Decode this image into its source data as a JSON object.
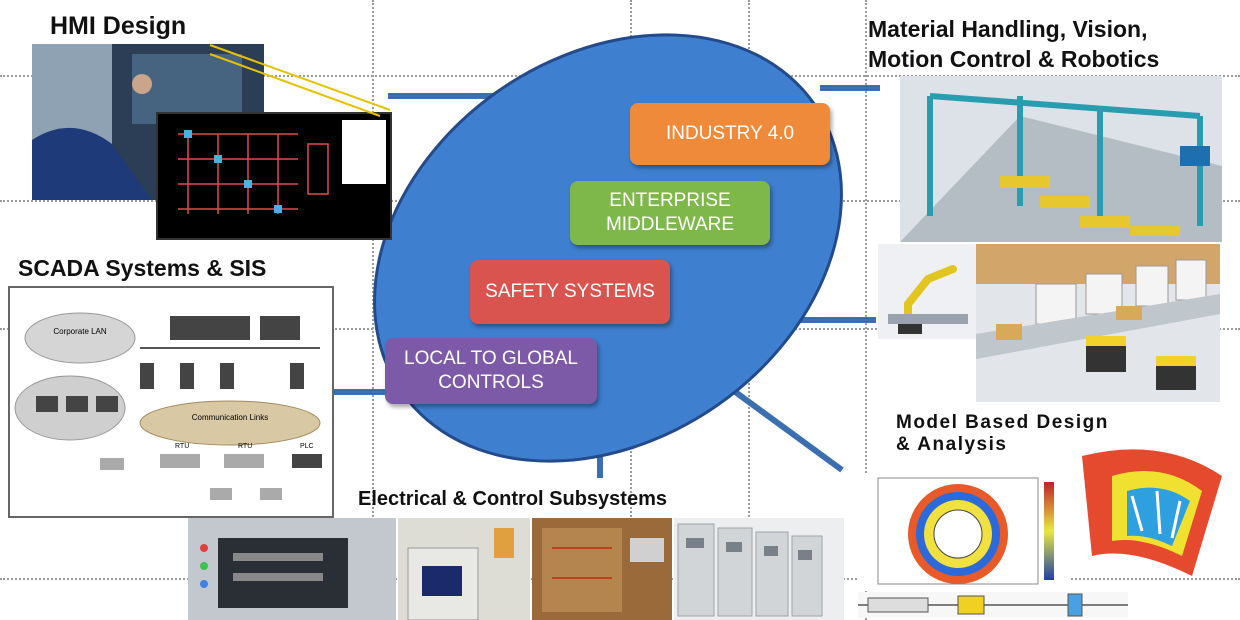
{
  "titles": {
    "hmi": "HMI Design",
    "material_line1": "Material Handling, Vision,",
    "material_line2": "Motion Control & Robotics",
    "scada": "SCADA Systems & SIS",
    "model_line1": "Model Based Design",
    "model_line2": "& Analysis",
    "electrical": "Electrical & Control Subsystems"
  },
  "layers": [
    {
      "line1": "INDUSTRY 4.0",
      "line2": "",
      "color": "#ee8a3a"
    },
    {
      "line1": "ENTERPRISE",
      "line2": "MIDDLEWARE",
      "color": "#7fb84a"
    },
    {
      "line1": "SAFETY SYSTEMS",
      "line2": "",
      "color": "#d9534f"
    },
    {
      "line1": "LOCAL TO GLOBAL",
      "line2": "CONTROLS",
      "color": "#7c5aa8"
    }
  ],
  "scada_labels": {
    "corporate_lan": "Corporate LAN",
    "communication_links": "Communication Links",
    "rtu1": "RTU",
    "rtu2": "RTU",
    "plc": "PLC"
  },
  "colors": {
    "ellipse": "#3f7fd0",
    "connector": "#3c6fb0"
  }
}
